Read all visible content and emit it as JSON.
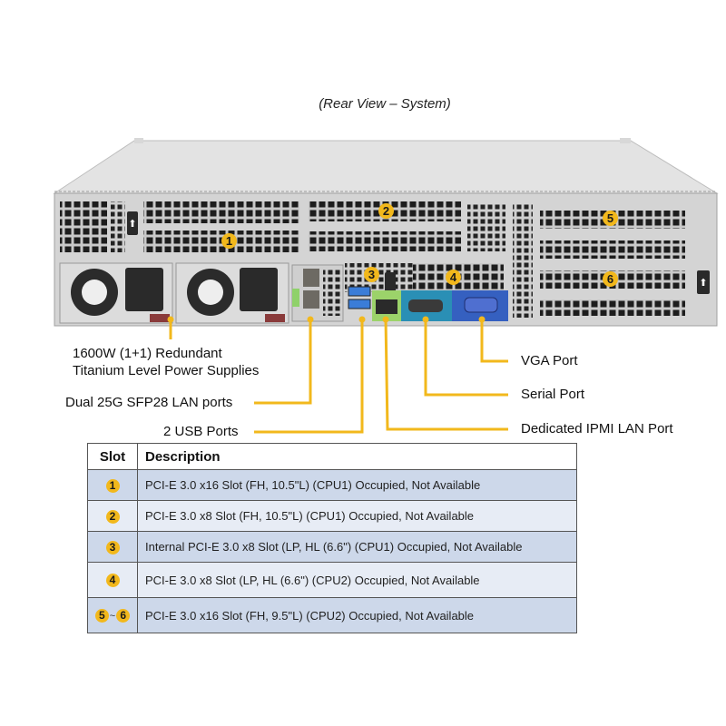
{
  "caption": "(Rear View – System)",
  "accent_color": "#f2b81c",
  "callouts": {
    "power": [
      "1600W (1+1) Redundant",
      "Titanium  Level Power Supplies"
    ],
    "sfp": "Dual 25G SFP28 LAN ports",
    "usb": "2 USB Ports",
    "vga": "VGA Port",
    "serial": "Serial Port",
    "ipmi": "Dedicated IPMI  LAN Port"
  },
  "chassis_markers": [
    "1",
    "2",
    "3",
    "4",
    "5",
    "6"
  ],
  "table": {
    "headers": [
      "Slot",
      "Description"
    ],
    "rows": [
      {
        "slot": [
          "1"
        ],
        "description": "PCI-E 3.0 x16 Slot (FH, 10.5\"L) (CPU1) Occupied, Not Available"
      },
      {
        "slot": [
          "2"
        ],
        "description": "PCI-E 3.0 x8 Slot (FH, 10.5\"L) (CPU1) Occupied, Not Available"
      },
      {
        "slot": [
          "3"
        ],
        "description": "Internal PCI-E 3.0 x8 Slot (LP, HL (6.6\") (CPU1) Occupied, Not Available"
      },
      {
        "slot": [
          "4"
        ],
        "description": "PCI-E 3.0 x8 Slot (LP, HL (6.6\") (CPU2) Occupied, Not Available"
      },
      {
        "slot": [
          "5",
          "6"
        ],
        "slot_separator": "~",
        "description": "PCI-E 3.0 x16 Slot (FH, 9.5\"L) (CPU2) Occupied, Not Available"
      }
    ]
  }
}
